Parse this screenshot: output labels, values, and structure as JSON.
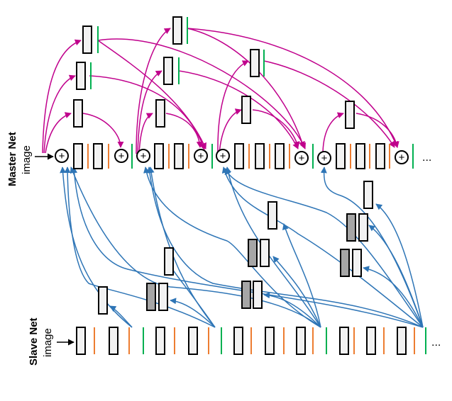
{
  "master": {
    "title": "Master Net",
    "input_label": "image"
  },
  "slave": {
    "title": "Slave Net",
    "input_label": "image"
  },
  "continuation": "...",
  "colors": {
    "box_stroke": "#000000",
    "box_fill": "#f2f2f2",
    "box_fill_dark": "#a6a6a6",
    "orange_bar": "#ed7d31",
    "green_bar": "#00b050",
    "magenta_arrow": "#c0008c",
    "blue_arrow": "#2e75b6"
  },
  "icons": {
    "sum_node": "circled-plus-icon"
  }
}
